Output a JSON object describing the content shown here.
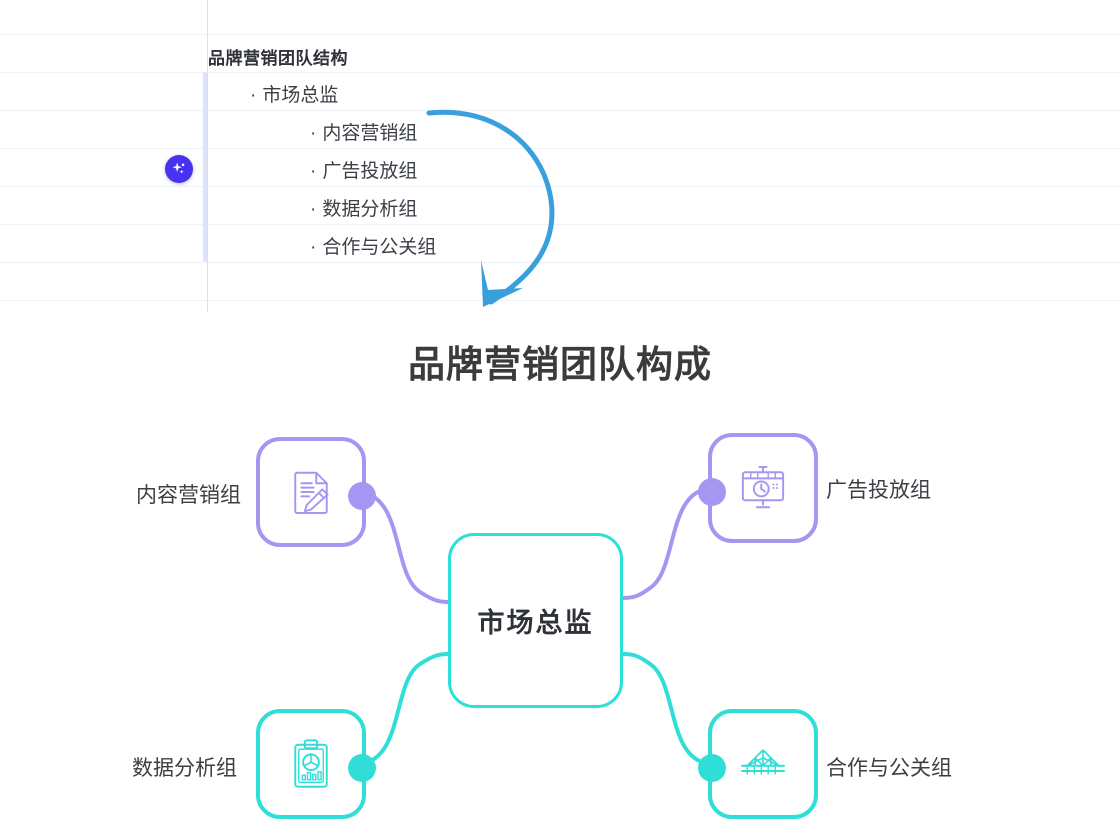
{
  "outline": {
    "title": "品牌营销团队结构",
    "items": [
      {
        "text": "市场总监",
        "level": 1
      },
      {
        "text": "内容营销组",
        "level": 2
      },
      {
        "text": "广告投放组",
        "level": 2
      },
      {
        "text": "数据分析组",
        "level": 2
      },
      {
        "text": "合作与公关组",
        "level": 2
      }
    ],
    "bullet": "·",
    "ai_button_icon": "sparkle-icon"
  },
  "arrow": {
    "name": "curved-down-arrow",
    "color": "#3aa0dc"
  },
  "diagram": {
    "title": "品牌营销团队构成",
    "center": {
      "label": "市场总监",
      "color": "#2ae0d8"
    },
    "nodes": [
      {
        "label": "内容营销组",
        "icon": "document-pencil-icon",
        "color": "#a696f2",
        "position": "top-left"
      },
      {
        "label": "广告投放组",
        "icon": "presentation-clock-icon",
        "color": "#a696f2",
        "position": "top-right"
      },
      {
        "label": "数据分析组",
        "icon": "clipboard-chart-icon",
        "color": "#2fded6",
        "position": "bottom-left"
      },
      {
        "label": "合作与公关组",
        "icon": "bridge-icon",
        "color": "#2fded6",
        "position": "bottom-right"
      }
    ]
  },
  "colors": {
    "purple": "#a696f2",
    "cyan": "#2fded6",
    "arrow_blue": "#3aa0dc",
    "sparkle_bg": "#4733ef",
    "text_dark": "#3b3f46",
    "grid": "#eef1f5"
  }
}
